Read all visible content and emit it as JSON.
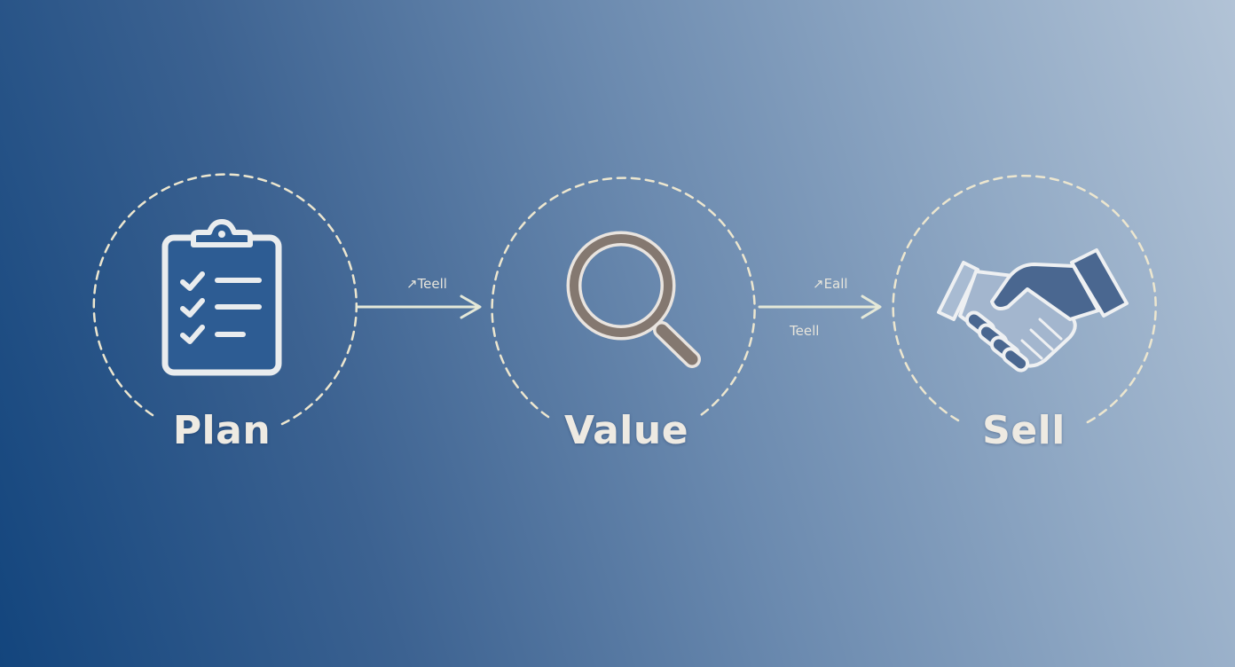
{
  "steps": [
    {
      "label": "Plan",
      "icon": "clipboard-checklist-icon"
    },
    {
      "label": "Value",
      "icon": "magnifying-glass-icon"
    },
    {
      "label": "Sell",
      "icon": "handshake-icon"
    }
  ],
  "connectors": [
    {
      "top_text": "↗Teell"
    },
    {
      "top_text": "↗Eall",
      "bottom_text": "Teell"
    }
  ],
  "colors": {
    "ring": "#ece6cf",
    "arrow": "#e4e8d8",
    "icon_stroke": "#e9ecee",
    "icon_fill": "#2d5c93",
    "magnifier": "#847870",
    "handshake_dark": "#4a6790",
    "handshake_light": "#9fb3cc"
  }
}
